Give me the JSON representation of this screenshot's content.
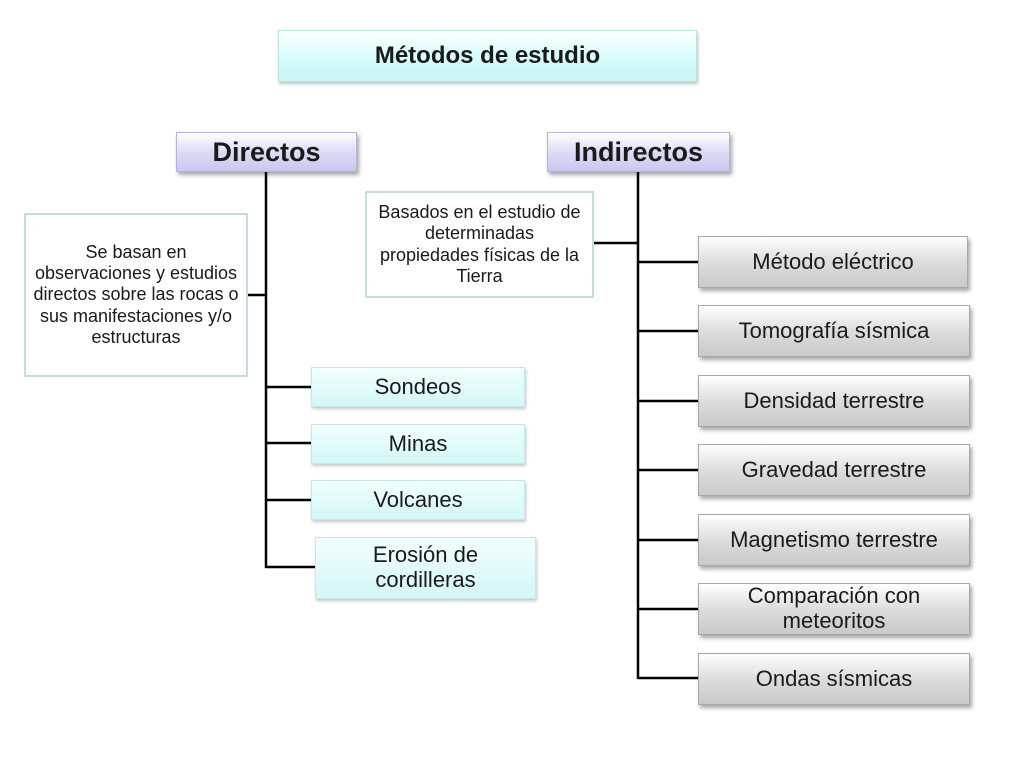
{
  "title": "Métodos de estudio",
  "directos": {
    "label": "Directos",
    "description": "Se basan en observaciones y estudios directos sobre las rocas o sus manifestaciones y/o estructuras",
    "items": [
      "Sondeos",
      "Minas",
      "Volcanes",
      "Erosión de cordilleras"
    ]
  },
  "indirectos": {
    "label": "Indirectos",
    "description": "Basados en el estudio de determinadas propiedades físicas de la Tierra",
    "items": [
      "Método eléctrico",
      "Tomografía sísmica",
      "Densidad terrestre",
      "Gravedad terrestre",
      "Magnetismo terrestre",
      "Comparación con meteoritos",
      "Ondas sísmicas"
    ]
  }
}
